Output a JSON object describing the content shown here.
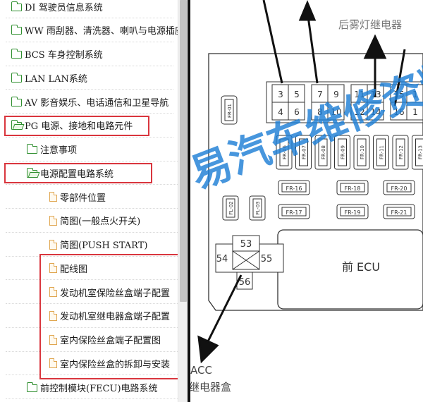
{
  "tree": {
    "items": [
      {
        "label": "DI 驾驶员信息系统",
        "icon": "folder-icon"
      },
      {
        "label": "WW 雨刮器、清洗器、喇叭与电源插座",
        "icon": "folder-icon"
      },
      {
        "label": "BCS 车身控制系统",
        "icon": "folder-icon"
      },
      {
        "label": "LAN LAN系统",
        "icon": "folder-icon"
      },
      {
        "label": "AV 影音娱乐、电话通信和卫星导航",
        "icon": "folder-icon"
      },
      {
        "label": "PG 电源、接地和电路元件",
        "icon": "folder-open-icon"
      },
      {
        "label": "注意事项",
        "icon": "folder-icon"
      },
      {
        "label": "电源配置电路系统",
        "icon": "folder-open-icon"
      },
      {
        "label": "零部件位置",
        "icon": "document-icon"
      },
      {
        "label": "简图(一般点火开关)",
        "icon": "document-icon"
      },
      {
        "label": "简图(PUSH START)",
        "icon": "document-icon"
      },
      {
        "label": "配线图",
        "icon": "document-icon"
      },
      {
        "label": "发动机室保险丝盒端子配置",
        "icon": "document-icon"
      },
      {
        "label": "发动机室继电器盒端子配置",
        "icon": "document-icon"
      },
      {
        "label": "室内保险丝盒端子配置图",
        "icon": "document-icon"
      },
      {
        "label": "室内保险丝盒的拆卸与安装",
        "icon": "document-icon"
      },
      {
        "label": "前控制模块(FECU)电路系统",
        "icon": "folder-icon"
      }
    ]
  },
  "diagram": {
    "watermark": "易汽车维修资料",
    "top_right_label": "后雾灯继电器",
    "ecu_label": "前 ECU",
    "bottom_label_line1": "ACC",
    "bottom_label_line2": "继电器盒",
    "top_fuses": [
      {
        "tl": "3",
        "tr": "5",
        "bl": "4",
        "br": "6"
      },
      {
        "tl": "7",
        "tr": "9",
        "bl": "8",
        "br": "10"
      },
      {
        "tl": "11",
        "tr": "13",
        "bl": "12",
        "br": "14"
      },
      {
        "tl": "15",
        "tr": "1",
        "bl": "16",
        "br": "1"
      }
    ],
    "left_fuse": "FR-01",
    "vertical_fuses": [
      "FR-06",
      "FR-07",
      "FR-08",
      "FR-09",
      "FR-10",
      "FR-11",
      "FR-12",
      "FR-13"
    ],
    "fr_row1": [
      "FR-16",
      "FR-18",
      "FR-20"
    ],
    "fr_row2": [
      "FR-17",
      "FR-19",
      "FR-21"
    ],
    "fl_fuses": [
      "FL-02",
      "FL-03"
    ],
    "connector": {
      "top": "53",
      "left": "54",
      "right": "55",
      "bottom": "56"
    }
  },
  "colors": {
    "highlight": "#d9363e",
    "folder": "#2f8f2f",
    "document": "#e0a650",
    "watermark": "#1f7fd6"
  }
}
